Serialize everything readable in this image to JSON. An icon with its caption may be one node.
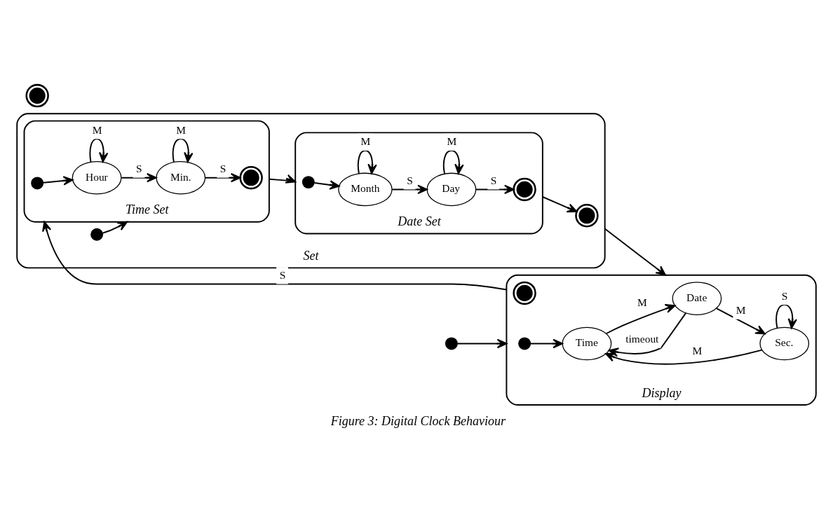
{
  "diagram": {
    "caption": "Figure 3: Digital Clock Behaviour",
    "nodes": [
      {
        "text": [
          "Display"
        ]
      },
      {
        "text": [],
        "shape": "dot"
      },
      {
        "text": [],
        "shape": "dot",
        "in": 0
      },
      {
        "text": [
          "Time"
        ],
        "in": 0
      },
      {
        "text": [
          "Date"
        ],
        "in": 0
      },
      {
        "text": [
          "Sec."
        ],
        "in": 0
      },
      {
        "text": [],
        "shape": "bullseye",
        "in": 0
      },
      {
        "text": [],
        "shape": "bullseye"
      },
      {
        "text": [
          "Set"
        ]
      },
      {
        "text": [],
        "shape": "dot",
        "in": 8
      },
      {
        "text": [
          "Time Set"
        ],
        "in": 8
      },
      {
        "text": [],
        "shape": "dot",
        "in": 10
      },
      {
        "text": [
          "Hour"
        ],
        "in": 10
      },
      {
        "text": [
          "Min."
        ],
        "in": 10
      },
      {
        "text": [],
        "shape": "bullseye",
        "in": 10
      },
      {
        "text": [
          "Date Set"
        ],
        "in": 8
      },
      {
        "text": [],
        "shape": "dot",
        "in": 15
      },
      {
        "text": [
          "Month"
        ],
        "in": 15
      },
      {
        "text": [
          "Day"
        ],
        "in": 15
      },
      {
        "text": [],
        "shape": "bullseye",
        "in": 15
      },
      {
        "text": [],
        "shape": "bullseye",
        "in": 8
      }
    ],
    "edges": [
      {
        "from": 1,
        "to": 0,
        "arrow": "to"
      },
      {
        "from": 2,
        "to": 3,
        "arrow": "to"
      },
      {
        "from": 3,
        "to": 4,
        "arrow": "to",
        "label": "M"
      },
      {
        "from": 4,
        "to": 5,
        "arrow": "to",
        "label": "M"
      },
      {
        "from": 5,
        "to": 3,
        "arrow": "to",
        "label": "M"
      },
      {
        "from": 4,
        "to": 3,
        "arrow": "to",
        "label": "timeout"
      },
      {
        "from": 5,
        "to": 5,
        "arrow": "to",
        "label": "S"
      },
      {
        "from": 0,
        "to": 10,
        "arrow": "to",
        "label": "S"
      },
      {
        "from": 8,
        "to": 0,
        "arrow": "to"
      },
      {
        "from": 9,
        "to": 10,
        "arrow": "to"
      },
      {
        "from": 11,
        "to": 12,
        "arrow": "to"
      },
      {
        "from": 12,
        "to": 13,
        "arrow": "to",
        "label": "S"
      },
      {
        "from": 13,
        "to": 14,
        "arrow": "to",
        "label": "S"
      },
      {
        "from": 12,
        "to": 12,
        "arrow": "to",
        "label": "M"
      },
      {
        "from": 13,
        "to": 13,
        "arrow": "to",
        "label": "M"
      },
      {
        "from": 10,
        "to": 15,
        "arrow": "to"
      },
      {
        "from": 16,
        "to": 17,
        "arrow": "to"
      },
      {
        "from": 17,
        "to": 18,
        "arrow": "to",
        "label": "S"
      },
      {
        "from": 18,
        "to": 19,
        "arrow": "to",
        "label": "S"
      },
      {
        "from": 17,
        "to": 17,
        "arrow": "to",
        "label": "M"
      },
      {
        "from": 18,
        "to": 18,
        "arrow": "to",
        "label": "M"
      },
      {
        "from": 15,
        "to": 20,
        "arrow": "to"
      }
    ]
  }
}
